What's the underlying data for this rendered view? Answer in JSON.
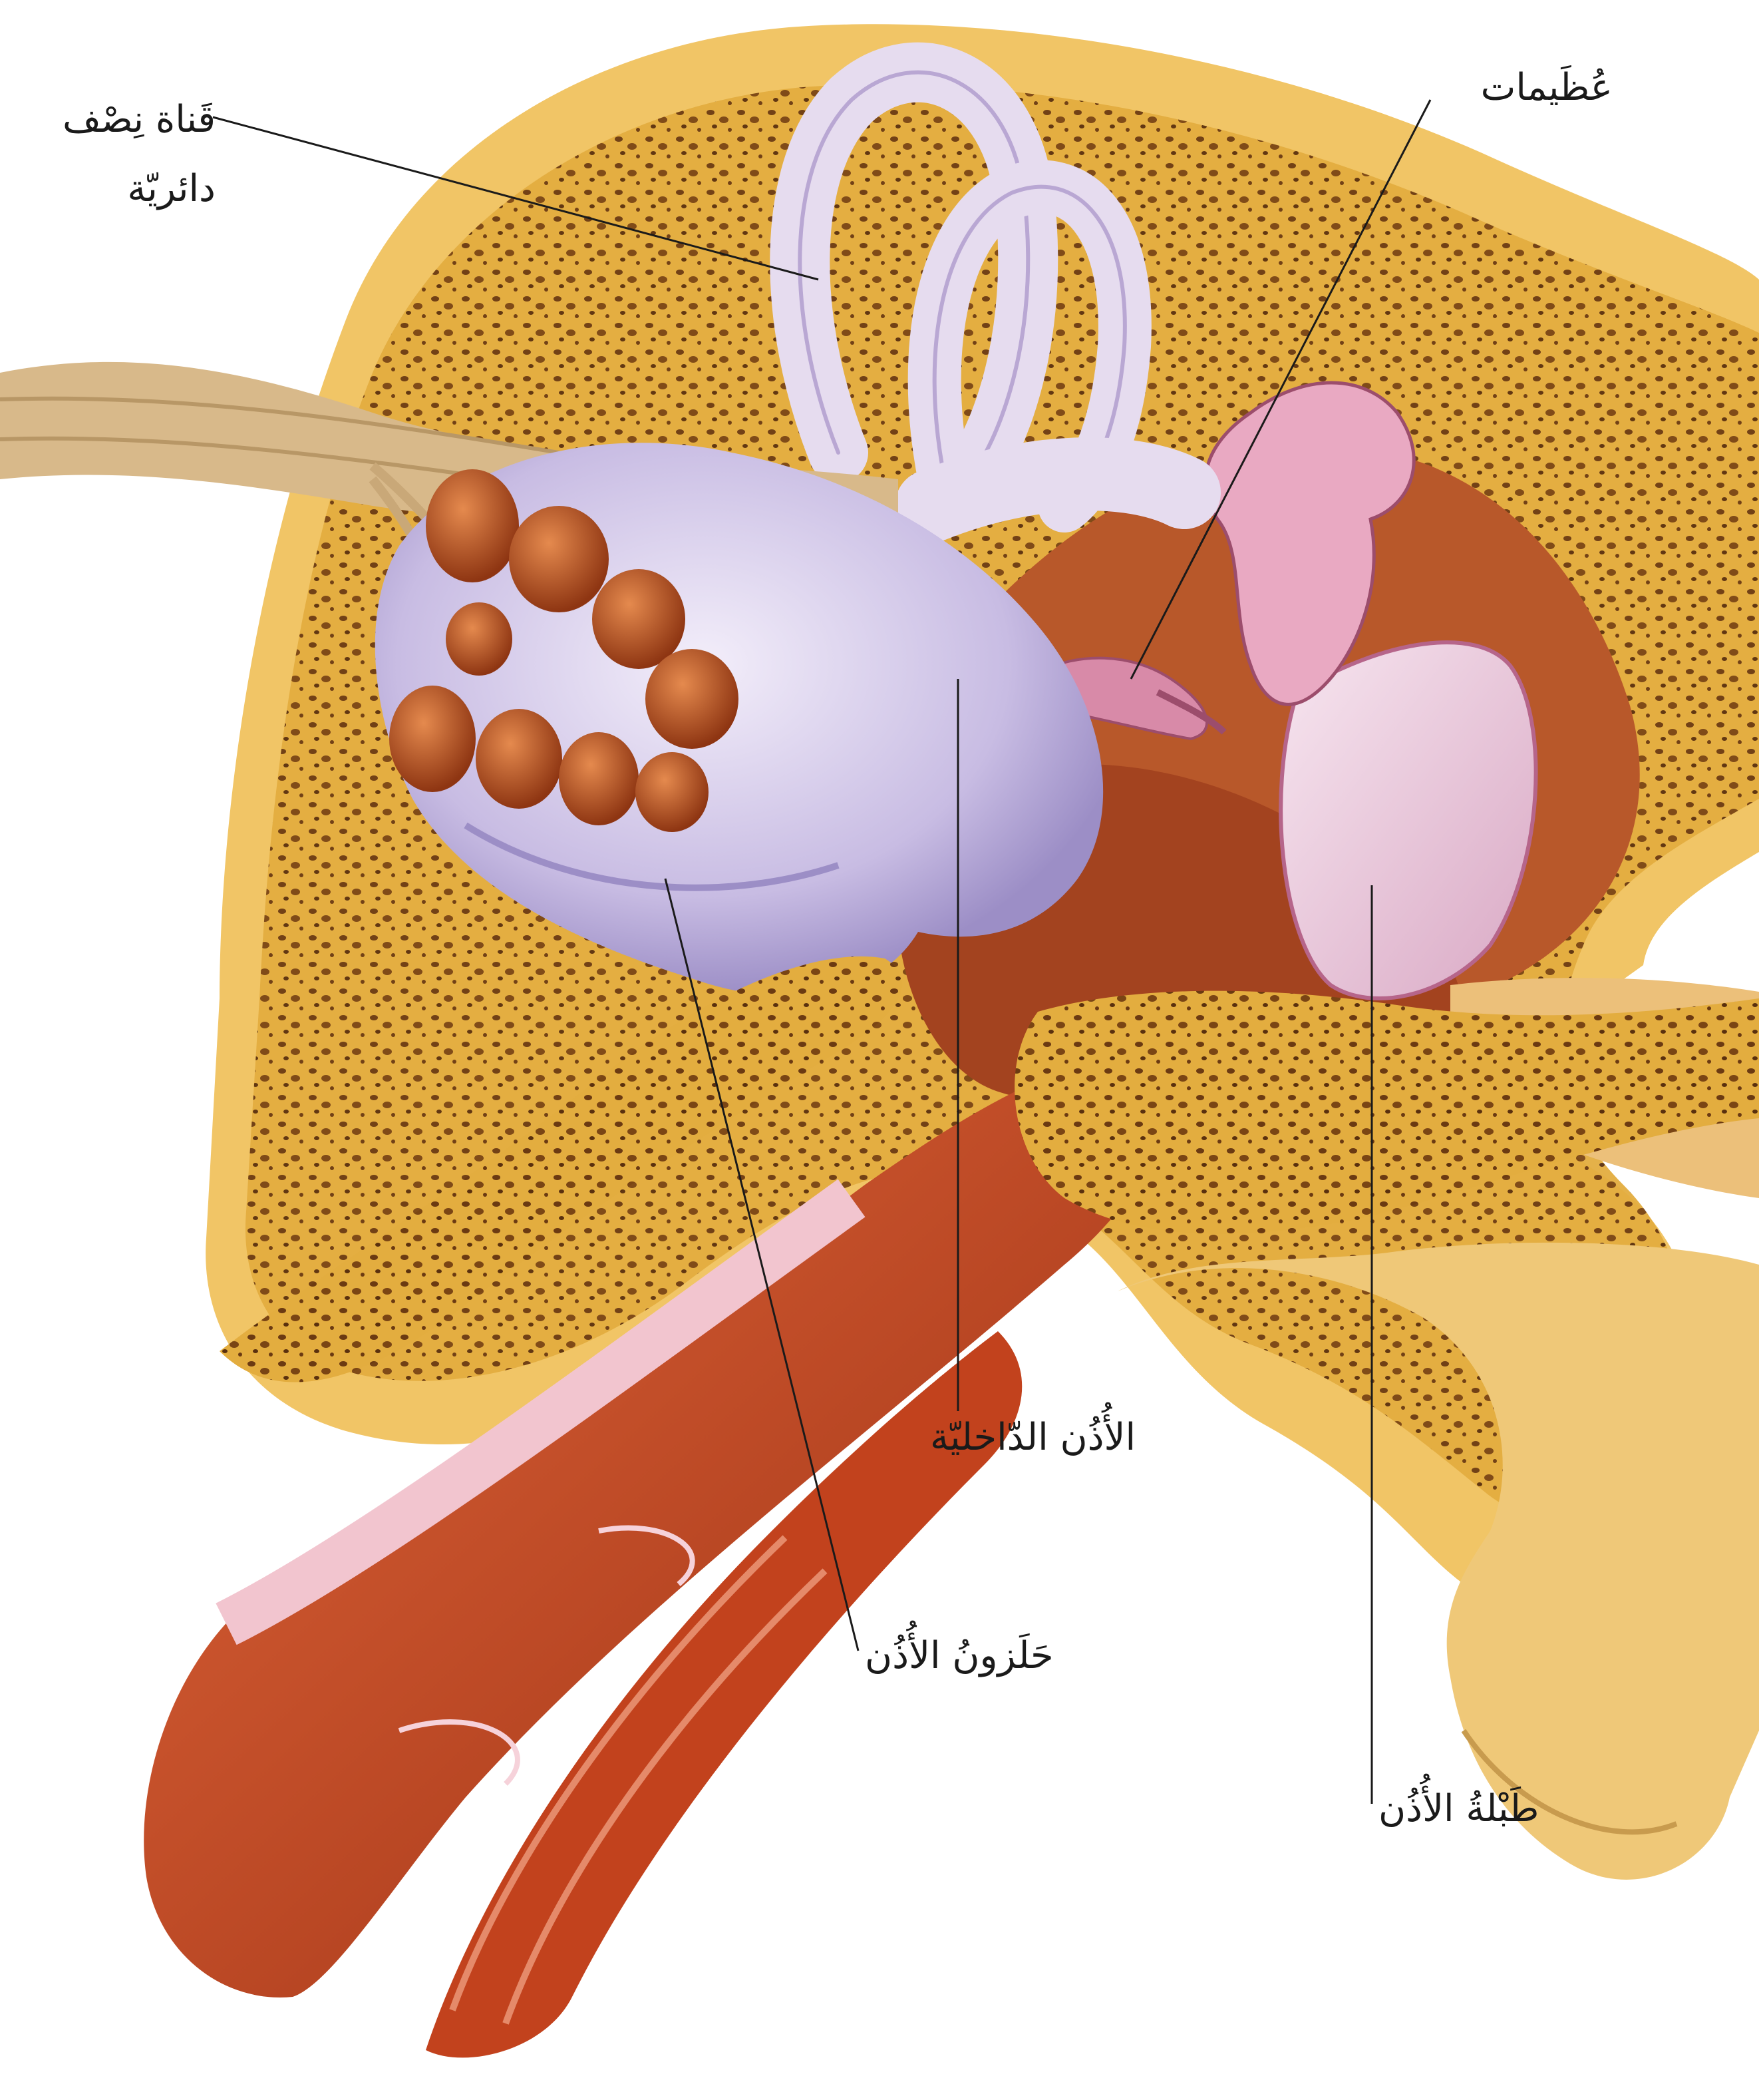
{
  "labels": {
    "semicircular_canal_line1": "قَناة نِصْف",
    "semicircular_canal_line2": "دائريّة",
    "ossicles": "عُظَيمات",
    "inner_ear": "الأُذُن الدّاخليّة",
    "cochlea": "حَلَزونُ الأُذُن",
    "eardrum": "طَبْلةُ الأُذُن"
  },
  "colors": {
    "bone": "#e9b84a",
    "bone_light": "#f5d77a",
    "bone_pore": "#6b3a12",
    "cochlea_shell": "#cfc3e6",
    "cochlea_chamber": "#b5501f",
    "canal_tube": "#e6dcef",
    "nerve": "#d8b98a",
    "muscle": "#c2421d",
    "ear_canal_lining": "#f2c5cf",
    "leader_line": "#1a1a1a"
  }
}
